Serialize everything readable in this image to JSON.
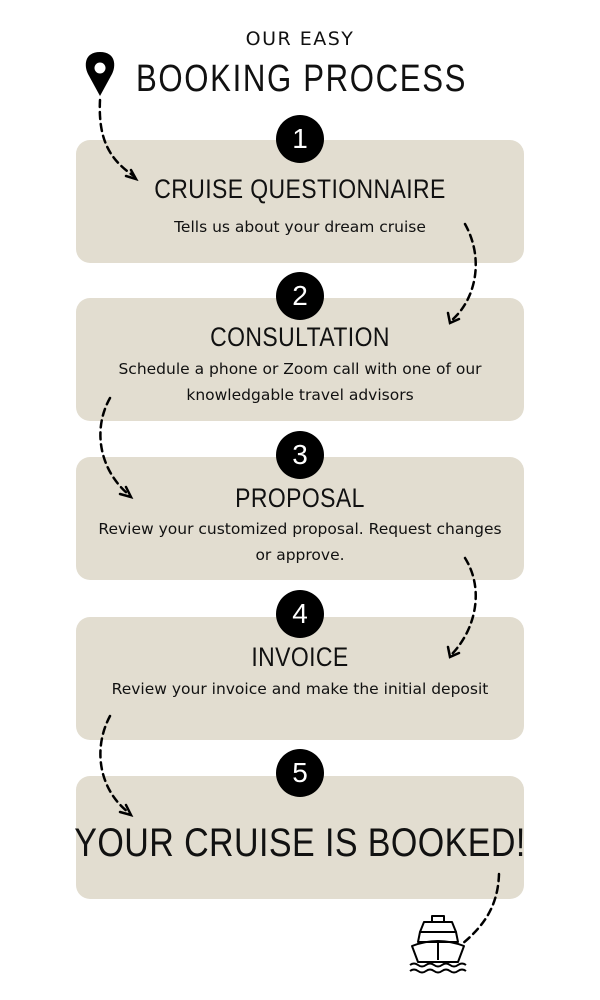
{
  "header": {
    "subtitle": "OUR EASY",
    "title": "BOOKING PROCESS"
  },
  "steps": [
    {
      "number": "1",
      "title": "CRUISE QUESTIONNAIRE",
      "description": "Tells us about your dream cruise"
    },
    {
      "number": "2",
      "title": "CONSULTATION",
      "description": "Schedule a phone or Zoom call with one of our knowledgable travel advisors"
    },
    {
      "number": "3",
      "title": "PROPOSAL",
      "description": "Review your customized proposal. Request changes or approve."
    },
    {
      "number": "4",
      "title": "INVOICE",
      "description": "Review your invoice and make the initial deposit"
    },
    {
      "number": "5",
      "title": "YOUR CRUISE IS BOOKED!"
    }
  ],
  "colors": {
    "box": "#e2ddd0",
    "circle": "#000000"
  },
  "icons": [
    "map-pin-icon",
    "cruise-ship-icon"
  ]
}
